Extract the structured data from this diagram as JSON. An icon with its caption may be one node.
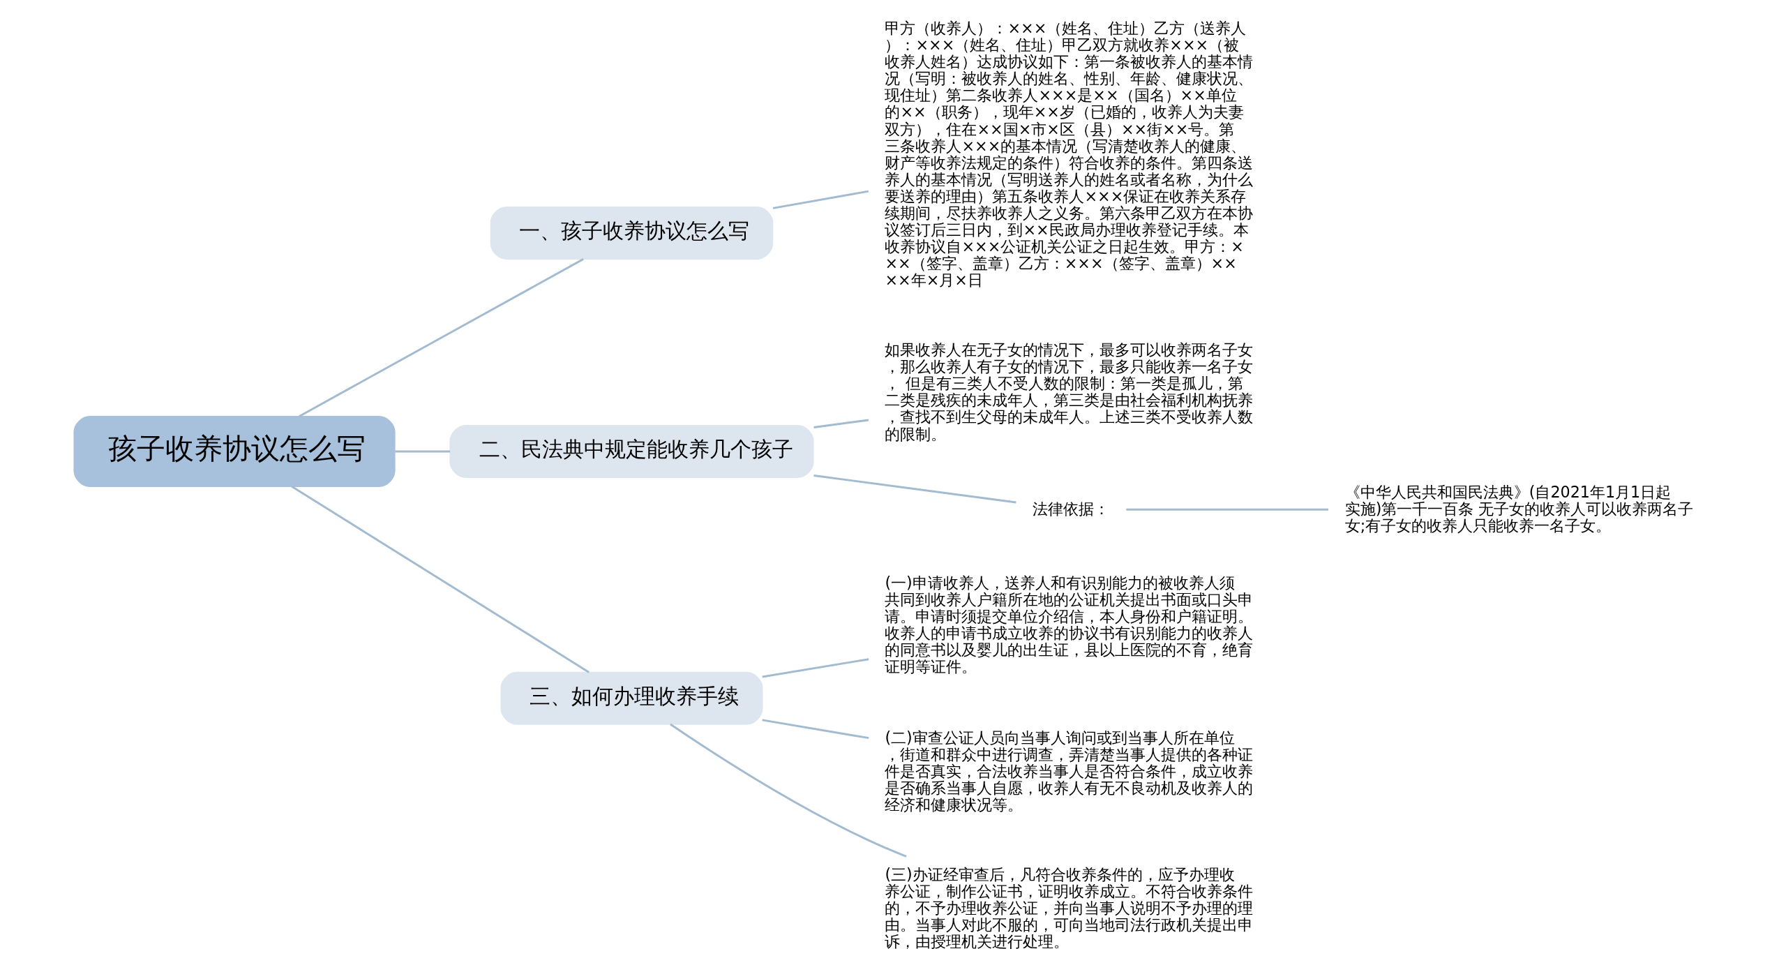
{
  "diagram": {
    "nodes": [
      {
        "text": [
          "孩子收养协议怎么写"
        ]
      },
      {
        "text": [
          "一、孩子收养协议怎么写"
        ]
      },
      {
        "text": [
          "甲方（收养人）：×××（姓名、住址）乙方（送养人）：×××（姓名、住址）甲乙双方就收养×××（被收养人姓名）达成协议如下：第一条被收养人的基本情况（写明：被收养人的姓名、性别、年龄、健康状况、现住址）第二条收养人×××是××（国名）××单位的××（职务），现年××岁（已婚的，收养人为夫妻双方），住在××国×市×区（县）××街××号。第三条收养人×××的基本情况（写清楚收养人的健康、财产等收养法规定的条件）符合收养的条件。第四条送养人的基本情况（写明送养人的姓名或者名称，为什么要送养的理由）第五条收养人×××保证在收养关系存续期间，尽扶养收养人之义务。第六条甲乙双方在本协议签订后三日内，到××民政局办理收养登记手续。本收养协议自×××公证机关公证之日起生效。甲方：×××（签字、盖章）乙方：×××（签字、盖章）××××年×月×日"
        ]
      },
      {
        "text": [
          "二、民法典中规定能收养几个孩子"
        ]
      },
      {
        "text": [
          "如果收养人在无子女的情况下，最多可以收养两名子女，那么收养人有子女的情况下，最多只能收养一名子女， 但是有三类人不受人数的限制：第一类是孤儿，第二类是残疾的未成年人，第三类是由社会福利机构抚养，查找不到生父母的未成年人。上述三类不受收养人数的限制。"
        ]
      },
      {
        "text": [
          "法律依据："
        ]
      },
      {
        "text": [
          "《中华人民共和国民法典》(自2021年1月1日起实施)第一千一百条 无子女的收养人可以收养两名子女;有子女的收养人只能收养一名子女。"
        ]
      },
      {
        "text": [
          "三、如何办理收养手续"
        ]
      },
      {
        "text": [
          "(一)申请收养人，送养人和有识别能力的被收养人须共同到收养人户籍所在地的公证机关提出书面或口头申请。申请时须提交单位介绍信，本人身份和户籍证明。收养人的申请书成立收养的协议书有识别能力的收养人的同意书以及婴儿的出生证，县以上医院的不育，绝育证明等证件。"
        ]
      },
      {
        "text": [
          "(二)审查公证人员向当事人询问或到当事人所在单位，街道和群众中进行调查，弄清楚当事人提供的各种证件是否真实，合法收养当事人是否符合条件，成立收养是否确系当事人自愿，收养人有无不良动机及收养人的经济和健康状况等。"
        ]
      },
      {
        "text": [
          "(三)办证经审查后，凡符合收养条件的，应予办理收养公证，制作公证书，证明收养成立。不符合收养条件的，不予办理收养公证，并向当事人说明不予办理的理由。当事人对此不服的，可向当地司法行政机关提出申诉，由授理机关进行处理。"
        ]
      }
    ],
    "edges": [
      {
        "from": 0,
        "to": 1,
        "arrow": "none"
      },
      {
        "from": 1,
        "to": 2,
        "arrow": "none"
      },
      {
        "from": 0,
        "to": 3,
        "arrow": "none"
      },
      {
        "from": 3,
        "to": 4,
        "arrow": "none"
      },
      {
        "from": 3,
        "to": 5,
        "arrow": "none"
      },
      {
        "from": 5,
        "to": 6,
        "arrow": "none"
      },
      {
        "from": 0,
        "to": 7,
        "arrow": "none"
      },
      {
        "from": 7,
        "to": 8,
        "arrow": "none"
      },
      {
        "from": 7,
        "to": 9,
        "arrow": "none"
      },
      {
        "from": 7,
        "to": 10,
        "arrow": "none"
      }
    ]
  }
}
